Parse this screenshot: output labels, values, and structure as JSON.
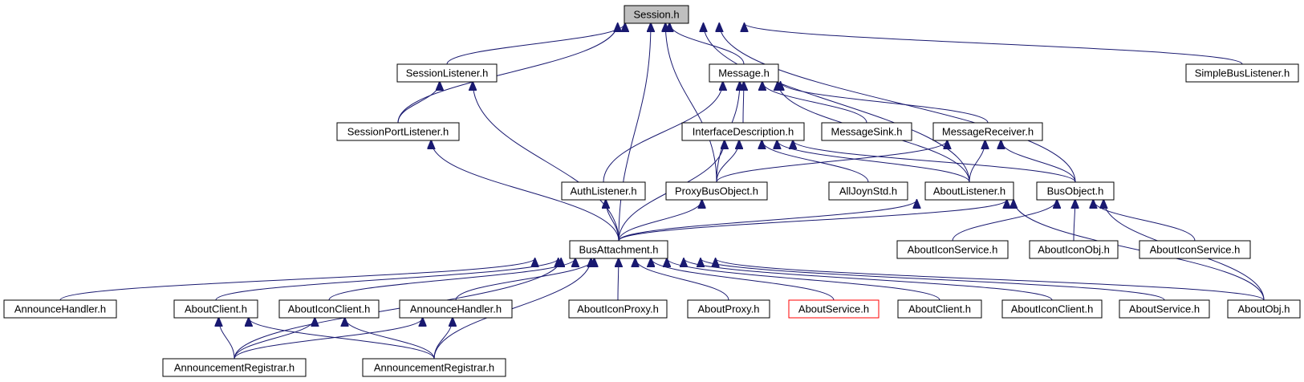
{
  "graph": {
    "title": "Session.h include dependency graph",
    "edge_color": "#191970",
    "root_fill": "#bfbfbf",
    "highlight_border": "#ff0000",
    "nodes": [
      {
        "id": "session",
        "label": "Session.h",
        "style": "root"
      },
      {
        "id": "sessionlistener",
        "label": "SessionListener.h"
      },
      {
        "id": "message",
        "label": "Message.h"
      },
      {
        "id": "simplebuslistener",
        "label": "SimpleBusListener.h"
      },
      {
        "id": "sessionportlistener",
        "label": "SessionPortListener.h"
      },
      {
        "id": "interfacedescription",
        "label": "InterfaceDescription.h"
      },
      {
        "id": "messagesink",
        "label": "MessageSink.h"
      },
      {
        "id": "messagereceiver",
        "label": "MessageReceiver.h"
      },
      {
        "id": "authlistener",
        "label": "AuthListener.h"
      },
      {
        "id": "proxybusobject",
        "label": "ProxyBusObject.h"
      },
      {
        "id": "alljoynstd",
        "label": "AllJoynStd.h"
      },
      {
        "id": "aboutlistener",
        "label": "AboutListener.h"
      },
      {
        "id": "busobject",
        "label": "BusObject.h"
      },
      {
        "id": "busattachment",
        "label": "BusAttachment.h"
      },
      {
        "id": "abouticonservice1",
        "label": "AboutIconService.h"
      },
      {
        "id": "abouticonobj",
        "label": "AboutIconObj.h"
      },
      {
        "id": "abouticonservice2",
        "label": "AboutIconService.h"
      },
      {
        "id": "announcehandler1",
        "label": "AnnounceHandler.h"
      },
      {
        "id": "aboutclient1",
        "label": "AboutClient.h"
      },
      {
        "id": "abouticonclient1",
        "label": "AboutIconClient.h"
      },
      {
        "id": "announcehandler2",
        "label": "AnnounceHandler.h"
      },
      {
        "id": "abouticonproxy",
        "label": "AboutIconProxy.h"
      },
      {
        "id": "aboutproxy",
        "label": "AboutProxy.h"
      },
      {
        "id": "aboutservice1",
        "label": "AboutService.h",
        "style": "red"
      },
      {
        "id": "aboutclient2",
        "label": "AboutClient.h"
      },
      {
        "id": "abouticonclient2",
        "label": "AboutIconClient.h"
      },
      {
        "id": "aboutservice2",
        "label": "AboutService.h"
      },
      {
        "id": "aboutobj",
        "label": "AboutObj.h"
      },
      {
        "id": "announcementregistrar1",
        "label": "AnnouncementRegistrar.h"
      },
      {
        "id": "announcementregistrar2",
        "label": "AnnouncementRegistrar.h"
      }
    ],
    "edges": [
      {
        "from": "sessionlistener",
        "to": "session"
      },
      {
        "from": "message",
        "to": "session"
      },
      {
        "from": "simplebuslistener",
        "to": "session"
      },
      {
        "from": "sessionportlistener",
        "to": "session"
      },
      {
        "from": "proxybusobject",
        "to": "session"
      },
      {
        "from": "aboutlistener",
        "to": "session"
      },
      {
        "from": "busobject",
        "to": "session"
      },
      {
        "from": "busattachment",
        "to": "session"
      },
      {
        "from": "sessionportlistener",
        "to": "sessionlistener"
      },
      {
        "from": "busattachment",
        "to": "sessionlistener"
      },
      {
        "from": "interfacedescription",
        "to": "message"
      },
      {
        "from": "messagesink",
        "to": "message"
      },
      {
        "from": "messagereceiver",
        "to": "message"
      },
      {
        "from": "authlistener",
        "to": "message"
      },
      {
        "from": "proxybusobject",
        "to": "message"
      },
      {
        "from": "aboutlistener",
        "to": "message"
      },
      {
        "from": "busattachment",
        "to": "sessionportlistener"
      },
      {
        "from": "proxybusobject",
        "to": "interfacedescription"
      },
      {
        "from": "alljoynstd",
        "to": "interfacedescription"
      },
      {
        "from": "aboutlistener",
        "to": "interfacedescription"
      },
      {
        "from": "busobject",
        "to": "interfacedescription"
      },
      {
        "from": "busattachment",
        "to": "interfacedescription"
      },
      {
        "from": "proxybusobject",
        "to": "messagereceiver"
      },
      {
        "from": "aboutlistener",
        "to": "messagereceiver"
      },
      {
        "from": "busobject",
        "to": "messagereceiver"
      },
      {
        "from": "busattachment",
        "to": "authlistener"
      },
      {
        "from": "busattachment",
        "to": "proxybusobject"
      },
      {
        "from": "busattachment",
        "to": "aboutlistener"
      },
      {
        "from": "aboutobj",
        "to": "aboutlistener"
      },
      {
        "from": "busattachment",
        "to": "busobject"
      },
      {
        "from": "abouticonservice1",
        "to": "busobject"
      },
      {
        "from": "abouticonobj",
        "to": "busobject"
      },
      {
        "from": "abouticonservice2",
        "to": "busobject"
      },
      {
        "from": "aboutobj",
        "to": "busobject"
      },
      {
        "from": "announcehandler1",
        "to": "busattachment"
      },
      {
        "from": "aboutclient1",
        "to": "busattachment"
      },
      {
        "from": "abouticonclient1",
        "to": "busattachment"
      },
      {
        "from": "announcehandler2",
        "to": "busattachment"
      },
      {
        "from": "abouticonproxy",
        "to": "busattachment"
      },
      {
        "from": "aboutproxy",
        "to": "busattachment"
      },
      {
        "from": "aboutservice1",
        "to": "busattachment"
      },
      {
        "from": "aboutclient2",
        "to": "busattachment"
      },
      {
        "from": "abouticonclient2",
        "to": "busattachment"
      },
      {
        "from": "aboutservice2",
        "to": "busattachment"
      },
      {
        "from": "aboutobj",
        "to": "busattachment"
      },
      {
        "from": "announcementregistrar1",
        "to": "busattachment"
      },
      {
        "from": "announcementregistrar2",
        "to": "busattachment"
      },
      {
        "from": "announcementregistrar1",
        "to": "aboutclient1"
      },
      {
        "from": "announcementregistrar2",
        "to": "aboutclient1"
      },
      {
        "from": "announcementregistrar1",
        "to": "abouticonclient1"
      },
      {
        "from": "announcementregistrar2",
        "to": "abouticonclient1"
      },
      {
        "from": "announcementregistrar1",
        "to": "announcehandler2"
      },
      {
        "from": "announcementregistrar2",
        "to": "announcehandler2"
      }
    ]
  }
}
